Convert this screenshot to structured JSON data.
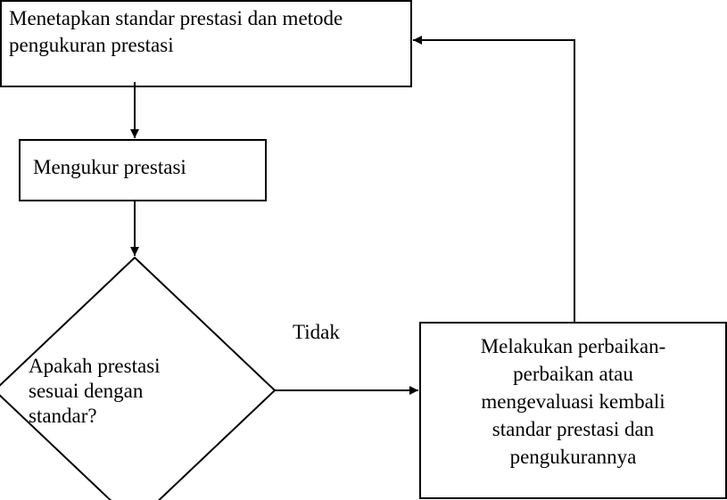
{
  "diagram": {
    "box1": {
      "line1": "Menetapkan standar prestasi dan metode",
      "line2": "pengukuran prestasi"
    },
    "box2": {
      "text": "Mengukur prestasi"
    },
    "decision": {
      "line1": "Apakah prestasi",
      "line2": "sesuai dengan",
      "line3": "standar?"
    },
    "edge_label": "Tidak",
    "box3": {
      "line1": "Melakukan perbaikan-",
      "line2": "perbaikan atau",
      "line3": "mengevaluasi kembali",
      "line4": "standar prestasi dan",
      "line5": "pengukurannya"
    }
  }
}
